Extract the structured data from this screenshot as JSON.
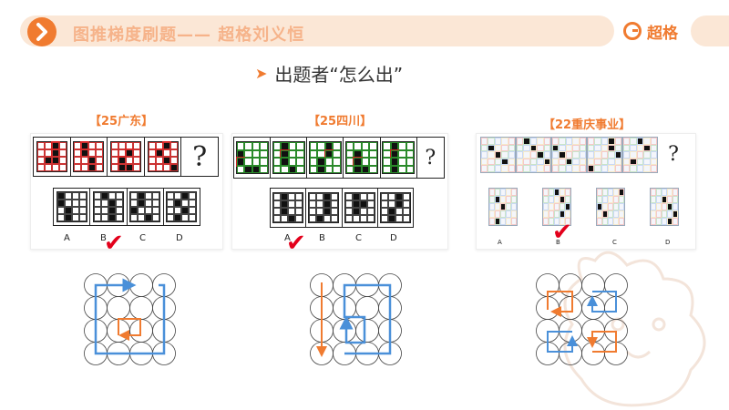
{
  "header": {
    "title": "图推梯度刷题—— 超格刘义恒",
    "logo_text": "超格",
    "accent": "#f07b30",
    "bar_color": "#fbe7d6"
  },
  "subtitle": {
    "icon": "triangle-right-icon",
    "text": "出题者“怎么出”"
  },
  "panels": [
    {
      "label": "【25广东】",
      "options": [
        "A",
        "B",
        "C",
        "D"
      ],
      "answer": "B"
    },
    {
      "label": "【25四川】",
      "options": [
        "A",
        "B",
        "C",
        "D"
      ],
      "answer": "A"
    },
    {
      "label": "【22重庆事业】",
      "options": [
        "A",
        "B",
        "C",
        "D"
      ],
      "answer": "B"
    }
  ],
  "question_mark": "?",
  "check_mark": "✔",
  "diagram_colors": {
    "blue": "#4a90d9",
    "orange": "#f07b30"
  }
}
